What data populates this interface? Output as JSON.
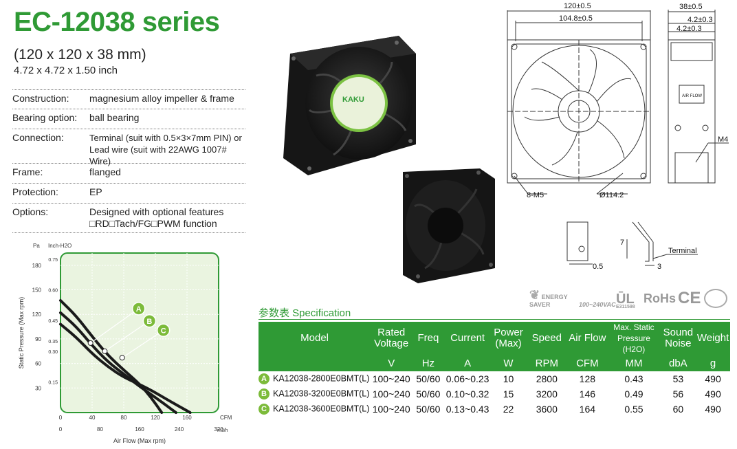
{
  "header": {
    "title": "EC-12038 series",
    "dims_mm": "(120 x 120 x 38 mm)",
    "dims_inch": "4.72 x 4.72 x 1.50 inch"
  },
  "specs": [
    {
      "label": "Construction:",
      "value": "magnesium alloy impeller & frame"
    },
    {
      "label": "Bearing option:",
      "value": "ball bearing"
    },
    {
      "label": "Connection:",
      "value": "Terminal (suit with 0.5×3×7mm PIN) or",
      "value2": "Lead wire (suit with 22AWG 1007# Wire)"
    },
    {
      "label": "Frame:",
      "value": "flanged"
    },
    {
      "label": "Protection:",
      "value": "EP"
    },
    {
      "label": "Options:",
      "value": "Designed with optional features",
      "value2": "□RD□Tach/FG□PWM function"
    }
  ],
  "chart_data": {
    "type": "line",
    "ylabel": "Static Pressure (Max rpm)",
    "xlabel": "Air Flow (Max rpm)",
    "y_pa_label": "Pa",
    "y_in_label": "Inch-H2O",
    "x_cfm_label": "CFM",
    "x_m3_label": "m3/h",
    "y_pa_ticks": [
      "180",
      "150",
      "120",
      "90",
      "60",
      "30"
    ],
    "y_pa_values": [
      180,
      150,
      120,
      90,
      60,
      30
    ],
    "y_in_ticks": [
      "0.75",
      "0.60",
      "0.45",
      "0.35",
      "0.30",
      "0.15"
    ],
    "y_in_values": [
      0.75,
      0.6,
      0.45,
      0.35,
      0.3,
      0.15
    ],
    "x_cfm_ticks": [
      "0",
      "40",
      "80",
      "120",
      "160"
    ],
    "x_m3_ticks": [
      "0",
      "80",
      "160",
      "240",
      "320"
    ],
    "xlim_cfm": [
      0,
      200
    ],
    "ylim_pa": [
      0,
      195
    ],
    "series": [
      {
        "name": "A",
        "x": [
          0,
          20,
          40,
          60,
          80,
          100,
          115,
          128
        ],
        "y": [
          137,
          118,
          93,
          70,
          52,
          35,
          18,
          0
        ]
      },
      {
        "name": "B",
        "x": [
          0,
          20,
          40,
          60,
          80,
          100,
          125,
          146
        ],
        "y": [
          122,
          105,
          82,
          62,
          47,
          32,
          15,
          0
        ]
      },
      {
        "name": "C",
        "x": [
          0,
          20,
          40,
          60,
          80,
          110,
          140,
          164
        ],
        "y": [
          108,
          92,
          72,
          56,
          43,
          30,
          13,
          0
        ]
      }
    ],
    "markers": [
      {
        "name": "A",
        "x": 38,
        "y": 85
      },
      {
        "name": "B",
        "x": 56,
        "y": 75
      },
      {
        "name": "C",
        "x": 78,
        "y": 67
      }
    ],
    "colors": {
      "line": "#1a1a1a",
      "bg": "#eaf4e0",
      "border": "#2f9a35",
      "badge": "#7cbb3a"
    }
  },
  "drawing": {
    "dim_top": "120±0.5",
    "dim_inner": "104.8±0.5",
    "dim_side": "38±0.5",
    "dim_side2": "4.2±0.3",
    "dim_side3": "4.2±0.3",
    "label_m4": "M4",
    "label_m5": "8-M5",
    "label_dia": "Ø114.2",
    "label_airflow": "AIR FLOW",
    "term_7": "7",
    "term_05": "0.5",
    "term_3": "3",
    "term_label": "Terminal",
    "fan_brand": "KAKU"
  },
  "certs": {
    "energy": "ENERGY SAVER",
    "volt": "100~240VAC",
    "ul": "E311598",
    "rohs": "RoHs",
    "ce": "CE"
  },
  "spec_table": {
    "heading": "参数表 Specification",
    "headers": [
      "Model",
      "Rated Voltage",
      "Freq",
      "Current",
      "Power (Max)",
      "Speed",
      "Air Flow",
      "Max. Static Pressure (H2O)",
      "Sound Noise",
      "Weight"
    ],
    "units": [
      "",
      "V",
      "Hz",
      "A",
      "W",
      "RPM",
      "CFM",
      "MM",
      "dbA",
      "g"
    ],
    "rows": [
      {
        "badge": "A",
        "model": "KA12038-2800E0BMT(L)",
        "voltage": "100~240",
        "freq": "50/60",
        "current": "0.06~0.23",
        "power": "10",
        "speed": "2800",
        "airflow": "128",
        "pressure": "0.43",
        "noise": "53",
        "weight": "490"
      },
      {
        "badge": "B",
        "model": "KA12038-3200E0BMT(L)",
        "voltage": "100~240",
        "freq": "50/60",
        "current": "0.10~0.32",
        "power": "15",
        "speed": "3200",
        "airflow": "146",
        "pressure": "0.49",
        "noise": "56",
        "weight": "490"
      },
      {
        "badge": "C",
        "model": "KA12038-3600E0BMT(L)",
        "voltage": "100~240",
        "freq": "50/60",
        "current": "0.13~0.43",
        "power": "22",
        "speed": "3600",
        "airflow": "164",
        "pressure": "0.55",
        "noise": "60",
        "weight": "490"
      }
    ]
  }
}
